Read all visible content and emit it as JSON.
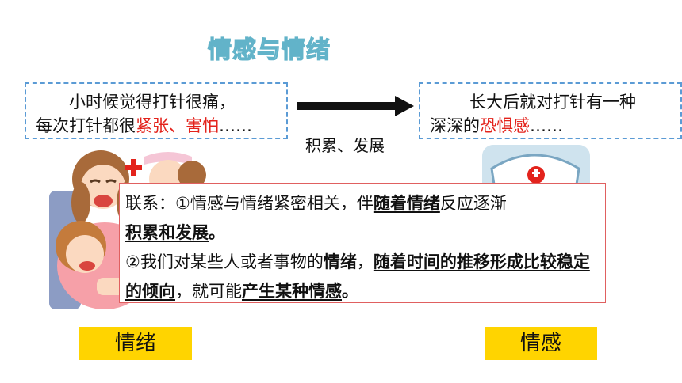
{
  "title": "情感与情绪",
  "left_box": {
    "line1": "小时候觉得打针很痛，",
    "line2_prefix": "每次打针都很",
    "line2_red": "紧张、害怕",
    "line2_suffix": "……"
  },
  "right_box": {
    "line1": "长大后就对打针有一种",
    "line2_prefix": "深深的",
    "line2_red": "恐惧感",
    "line2_suffix": "……"
  },
  "arrow_label": "积累、发展",
  "connection": {
    "p1_a": "联系：①情感与情绪紧密相关，伴",
    "p1_u1": "随着情绪",
    "p1_b": "反应逐渐",
    "p1_u2": "积累和发展",
    "p1_end": "。",
    "p2_a": "②我们对某些人或者事物的",
    "p2_b1": "情绪",
    "p2_c": "，",
    "p2_u1": "随着时间的推移形成比较稳定的倾向",
    "p2_d": "，就可能",
    "p2_u2": "产生某种情感",
    "p2_end": "。"
  },
  "labels": {
    "left": "情绪",
    "right": "情感"
  },
  "colors": {
    "accent_red": "#e3231c",
    "dash_blue": "#5b9bd5",
    "tag_yellow": "#ffd400",
    "title_teal": "#62b3c9"
  },
  "icons": {
    "left_illustration": "crying-child-nurse-illustration",
    "right_illustration": "nurse-cap-illustration"
  }
}
